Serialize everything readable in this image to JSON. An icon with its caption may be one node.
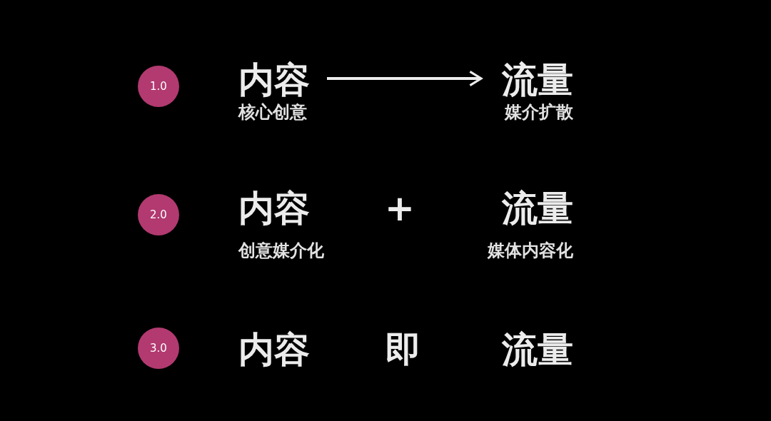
{
  "diagram": {
    "nodes": [
      {
        "text": [
          "1.0"
        ]
      },
      {
        "text": [
          "内容",
          "核心创意"
        ]
      },
      {
        "text": [
          "流量",
          "媒介扩散"
        ]
      },
      {
        "text": [
          "2.0"
        ]
      },
      {
        "text": [
          "3.0"
        ]
      }
    ],
    "edges": [
      {
        "from": 1,
        "to": 2,
        "arrow": "to"
      }
    ],
    "labels": [
      "内容",
      "创意媒介化",
      "+",
      "流量",
      "媒体内容化",
      "内容",
      "即",
      "流量"
    ]
  }
}
